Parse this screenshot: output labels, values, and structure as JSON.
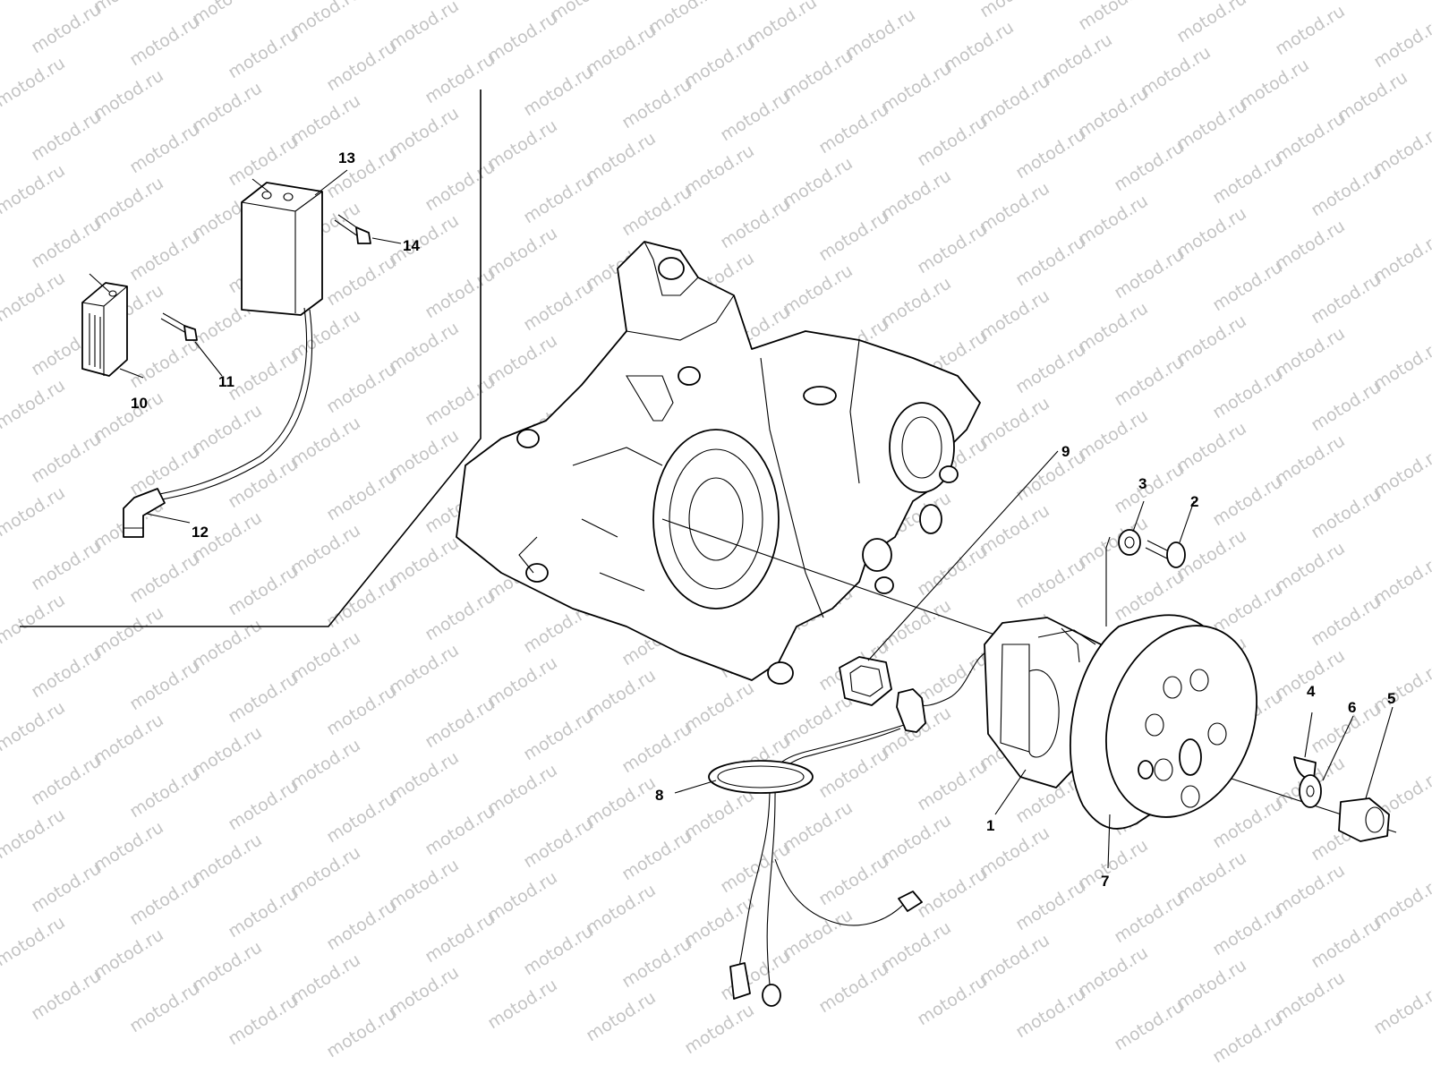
{
  "watermark": {
    "text": "motod.ru"
  },
  "callouts": [
    {
      "id": "1",
      "text": "1"
    },
    {
      "id": "2",
      "text": "2"
    },
    {
      "id": "3",
      "text": "3"
    },
    {
      "id": "4",
      "text": "4"
    },
    {
      "id": "5",
      "text": "5"
    },
    {
      "id": "6",
      "text": "6"
    },
    {
      "id": "7",
      "text": "7"
    },
    {
      "id": "8",
      "text": "8"
    },
    {
      "id": "9",
      "text": "9"
    },
    {
      "id": "10",
      "text": "10"
    },
    {
      "id": "11",
      "text": "11"
    },
    {
      "id": "12",
      "text": "12"
    },
    {
      "id": "13",
      "text": "13"
    },
    {
      "id": "14",
      "text": "14"
    }
  ]
}
